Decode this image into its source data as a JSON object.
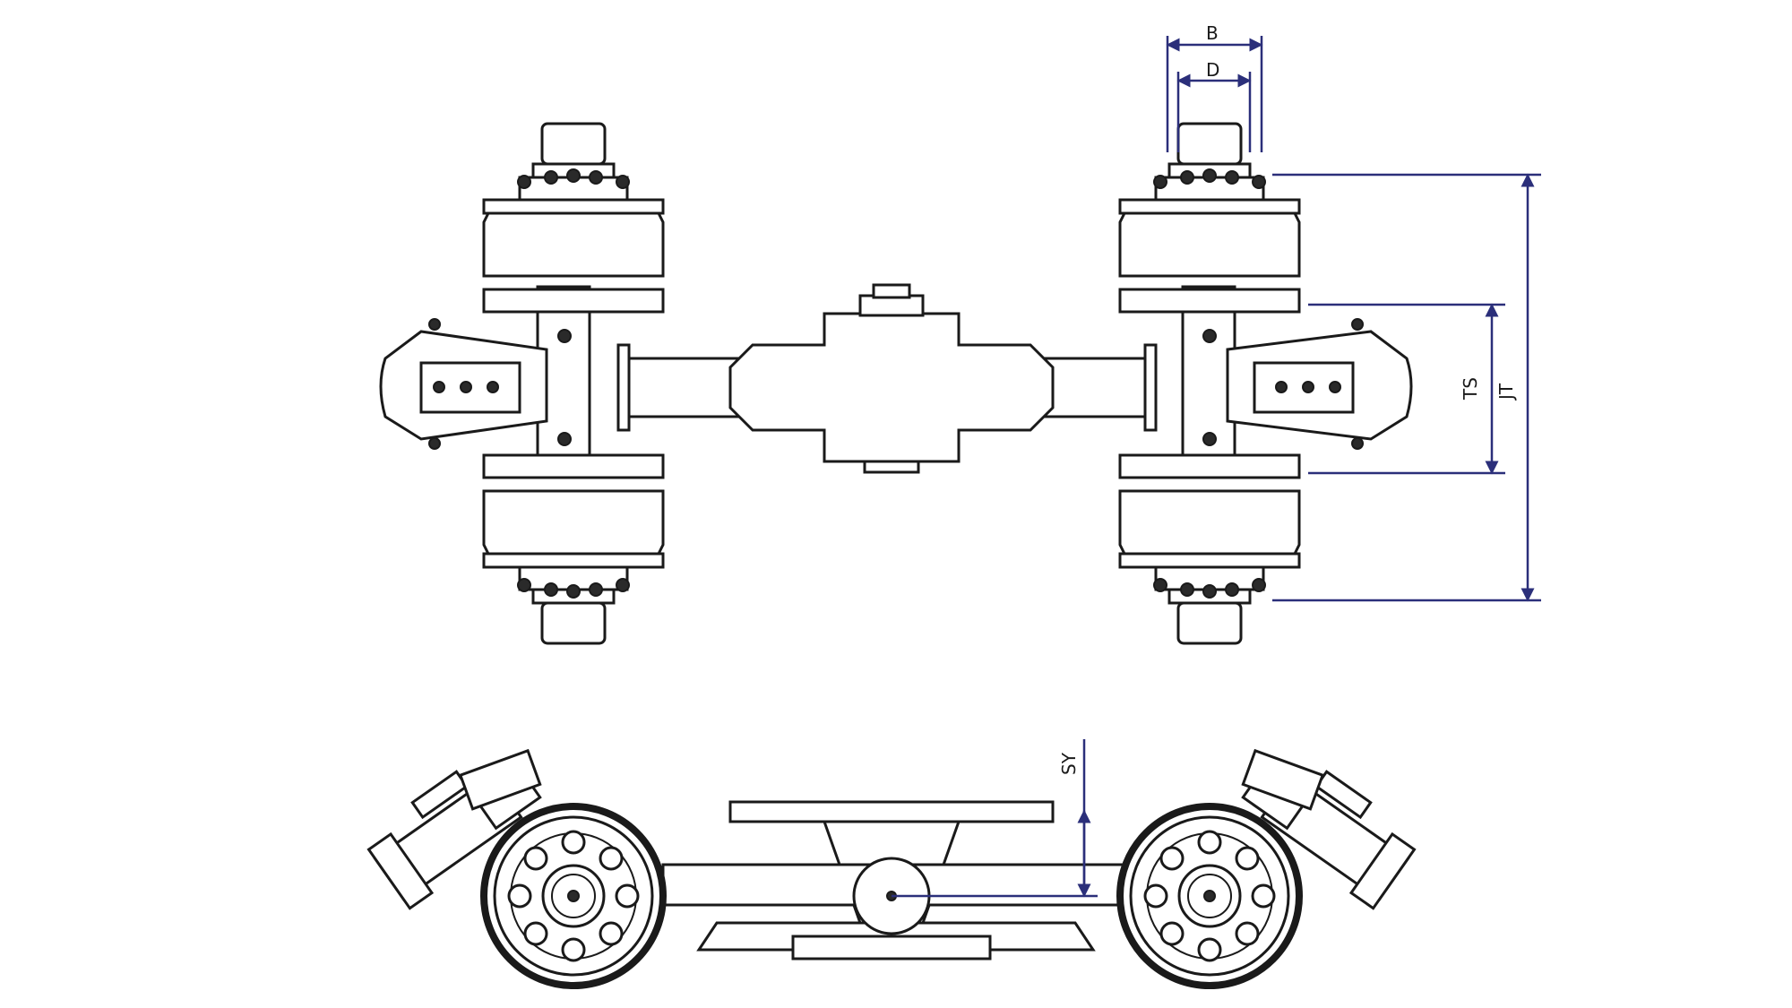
{
  "colors": {
    "line": "#1a1a1a",
    "dimension": "#2b2f7a",
    "background": "#ffffff"
  },
  "dimensions": {
    "B": "B",
    "D": "D",
    "TS": "TS",
    "JT": "JT",
    "SY": "SY"
  }
}
